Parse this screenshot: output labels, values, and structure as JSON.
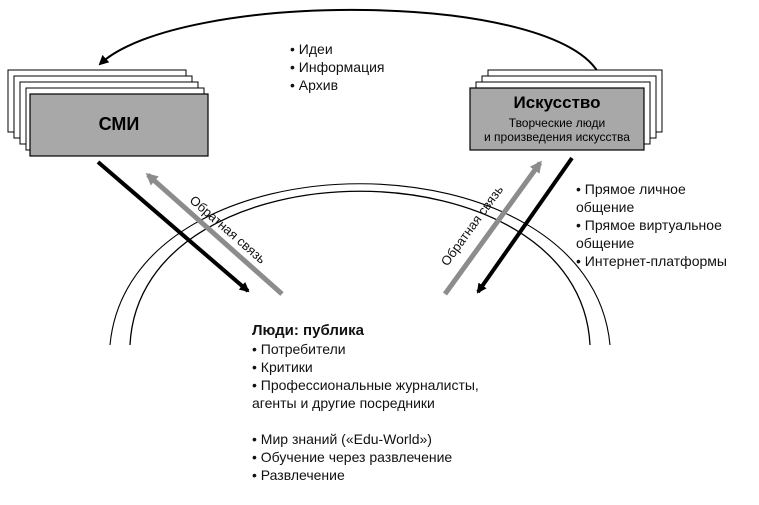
{
  "media_box": {
    "title": "СМИ"
  },
  "art_box": {
    "title": "Искусство",
    "subtitle": "Творческие люди\nи произведения искусства"
  },
  "top_flow": [
    "Идеи",
    "Информация",
    "Архив"
  ],
  "art_channels": [
    "Прямое личное\nобщение",
    "Прямое виртуальное\nобщение",
    "Интернет-платформы"
  ],
  "feedback_left": "Обратная связь",
  "feedback_right": "Обратная связь",
  "audience": {
    "title": "Люди: публика",
    "items_a": [
      "Потребители",
      "Критики",
      "Профессиональные журналисты,\nагенты и другие посредники"
    ],
    "items_b": [
      "Мир знаний («Edu-World»)",
      "Обучение через развлечение",
      "Развлечение"
    ]
  },
  "colors": {
    "box_fill": "#a8a8a8",
    "arrow_dark": "#000000",
    "arrow_gray": "#8c8c8c"
  }
}
